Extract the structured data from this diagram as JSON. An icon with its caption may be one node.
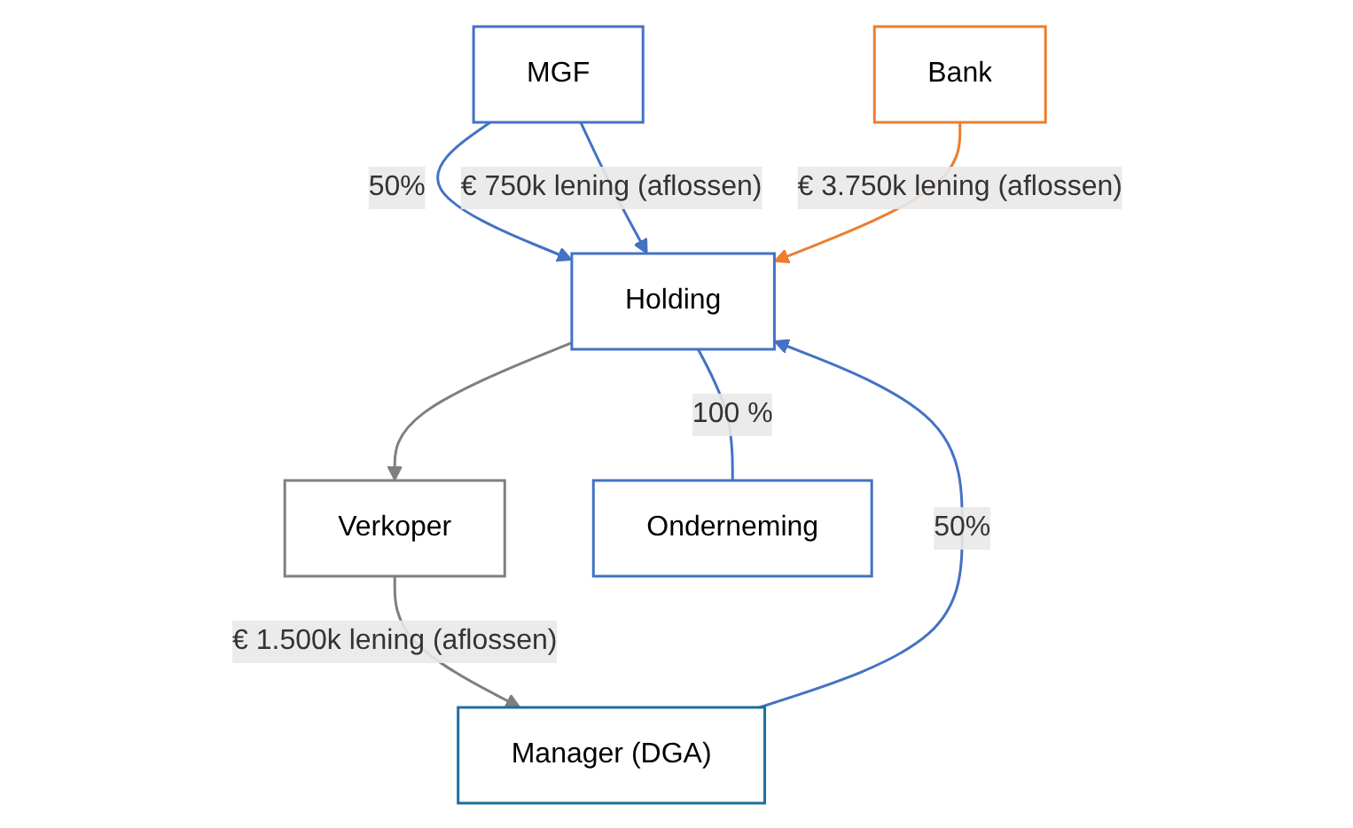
{
  "diagram": {
    "nodes": [
      {
        "text": [
          "MGF"
        ]
      },
      {
        "text": [
          "Manager (DGA)"
        ]
      },
      {
        "text": [
          "Verkoper"
        ]
      },
      {
        "text": [
          "Holding"
        ]
      },
      {
        "text": [
          "Bank"
        ]
      },
      {
        "text": [
          "Onderneming"
        ]
      }
    ],
    "edges": [
      {
        "from": 0,
        "to": 3,
        "arrow": "to",
        "label": "50%"
      },
      {
        "from": 1,
        "to": 3,
        "arrow": "to",
        "label": "50%"
      },
      {
        "from": 0,
        "to": 3,
        "arrow": "to",
        "label": "€ 750k lening (aflossen)"
      },
      {
        "from": 2,
        "to": 1,
        "arrow": "to",
        "label": "€ 1.500k lening (aflossen)",
        "color": "#7f7f7f"
      },
      {
        "from": 3,
        "to": 2,
        "arrow": "to",
        "color": "#7f7f7f"
      },
      {
        "from": 4,
        "to": 3,
        "arrow": "to",
        "label": "€ 3.750k lening (aflossen)",
        "color": "#ed7d31"
      },
      {
        "from": 3,
        "to": 5,
        "arrow": "none",
        "label": "100 %"
      }
    ]
  }
}
